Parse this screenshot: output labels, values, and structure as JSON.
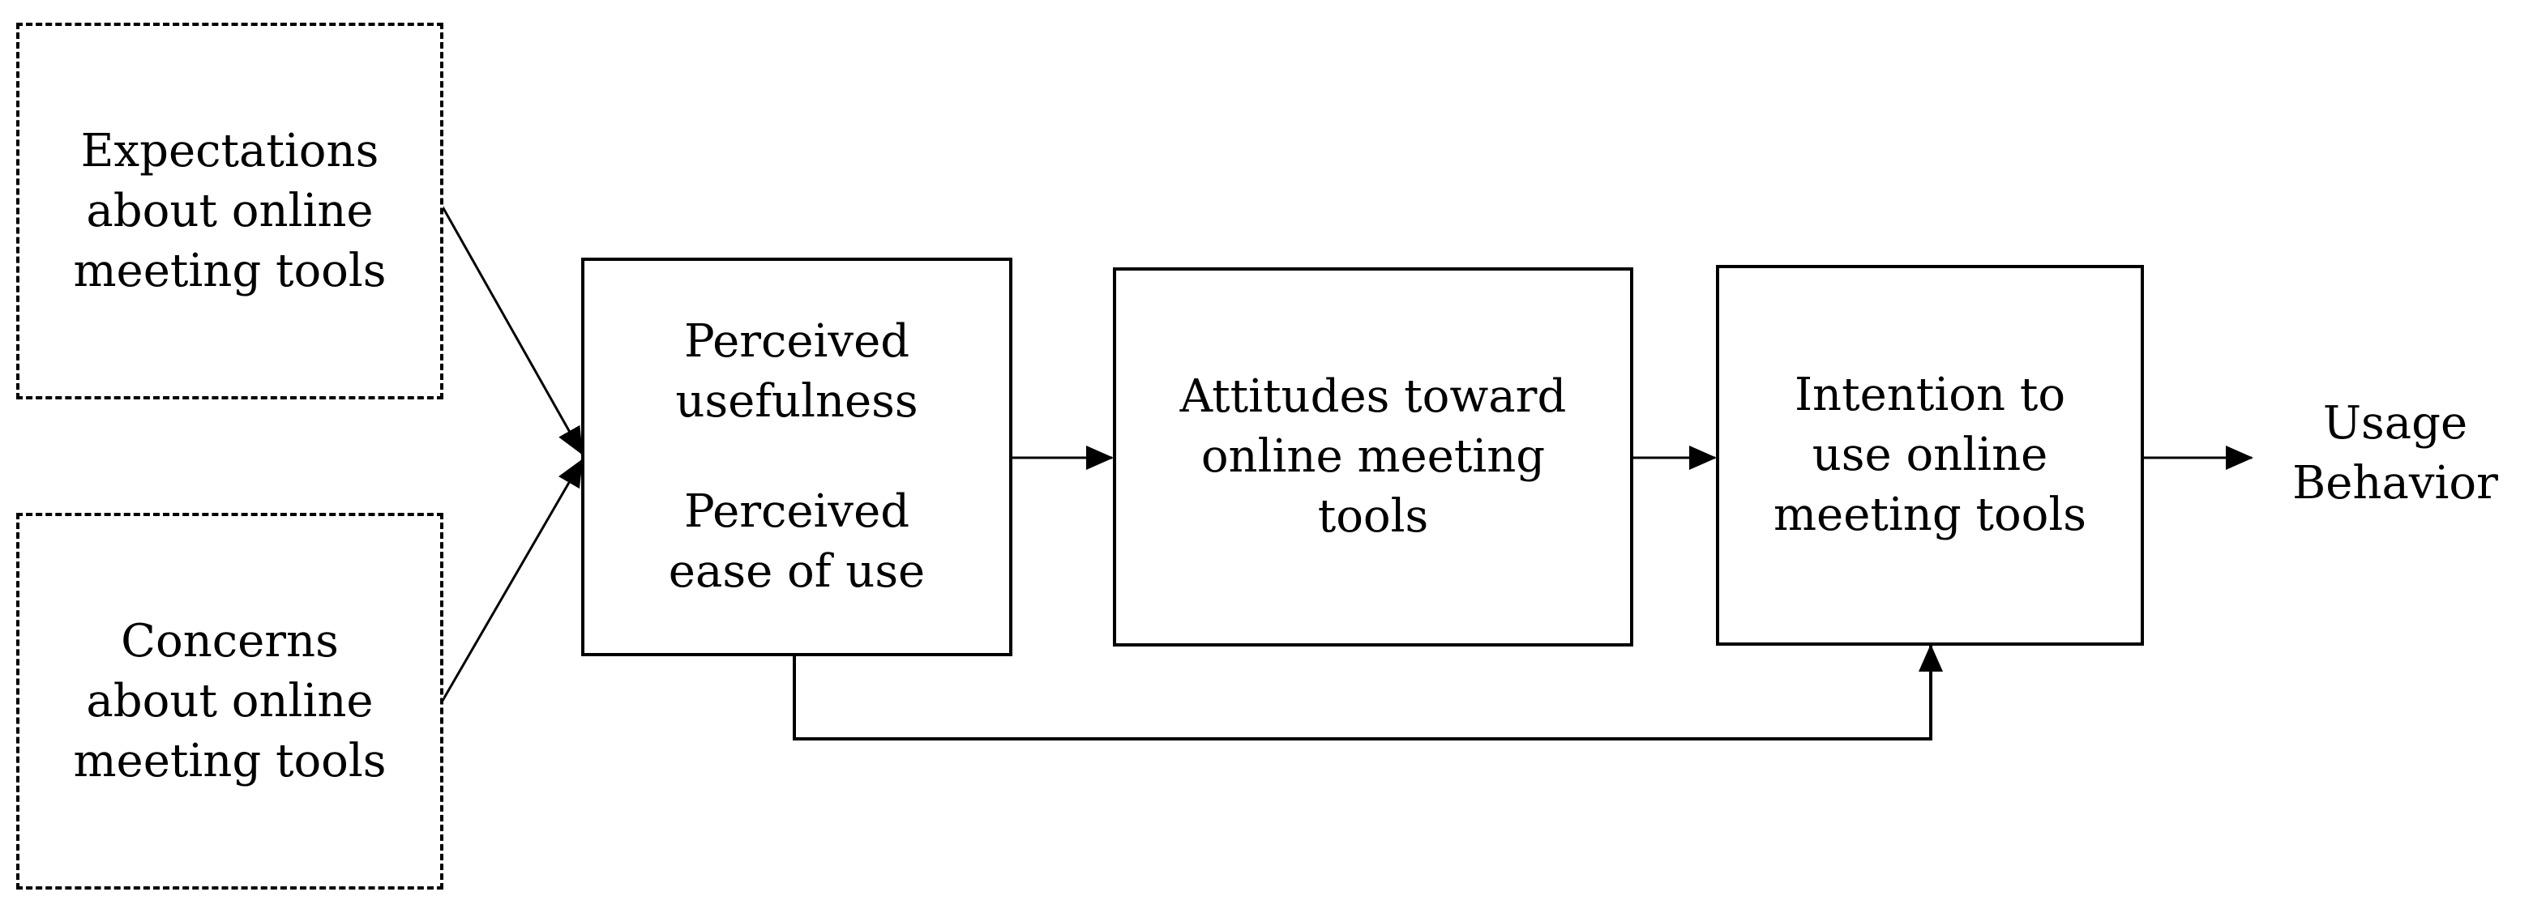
{
  "nodes": {
    "expectations": {
      "lines": [
        "Expectations",
        "about online",
        "meeting tools"
      ]
    },
    "concerns": {
      "lines": [
        "Concerns",
        "about online",
        "meeting tools"
      ]
    },
    "perceived": {
      "usefulness": [
        "Perceived",
        "usefulness"
      ],
      "ease_of_use": [
        "Perceived",
        "ease of use"
      ]
    },
    "attitudes": {
      "lines": [
        "Attitudes toward",
        "online meeting",
        "tools"
      ]
    },
    "intention": {
      "lines": [
        "Intention to",
        "use online",
        "meeting tools"
      ]
    },
    "usage": {
      "lines": [
        "Usage",
        "Behavior"
      ]
    }
  },
  "colors": {
    "stroke": "#000000",
    "background": "#ffffff"
  }
}
